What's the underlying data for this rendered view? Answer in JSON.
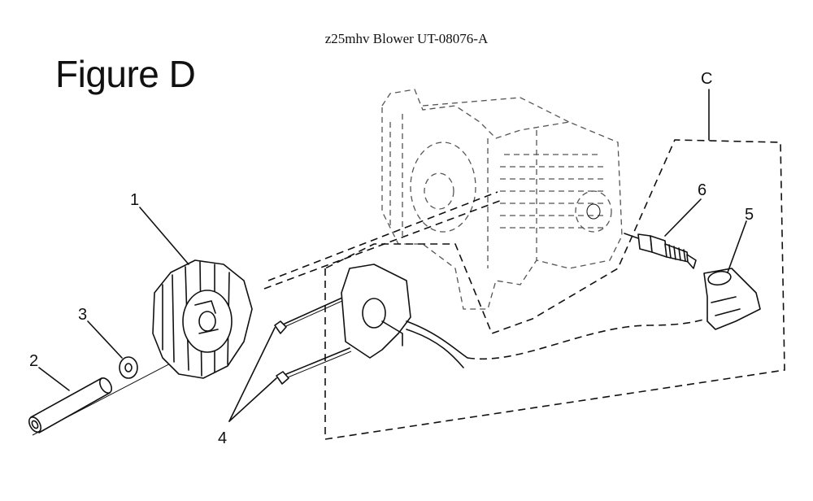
{
  "header": {
    "title": "z25mhv Blower UT-08076-A"
  },
  "figure": {
    "label": "Figure D"
  },
  "callouts": {
    "c1": "1",
    "c2": "2",
    "c3": "3",
    "c4": "4",
    "c5": "5",
    "c6": "6",
    "cC": "C"
  }
}
